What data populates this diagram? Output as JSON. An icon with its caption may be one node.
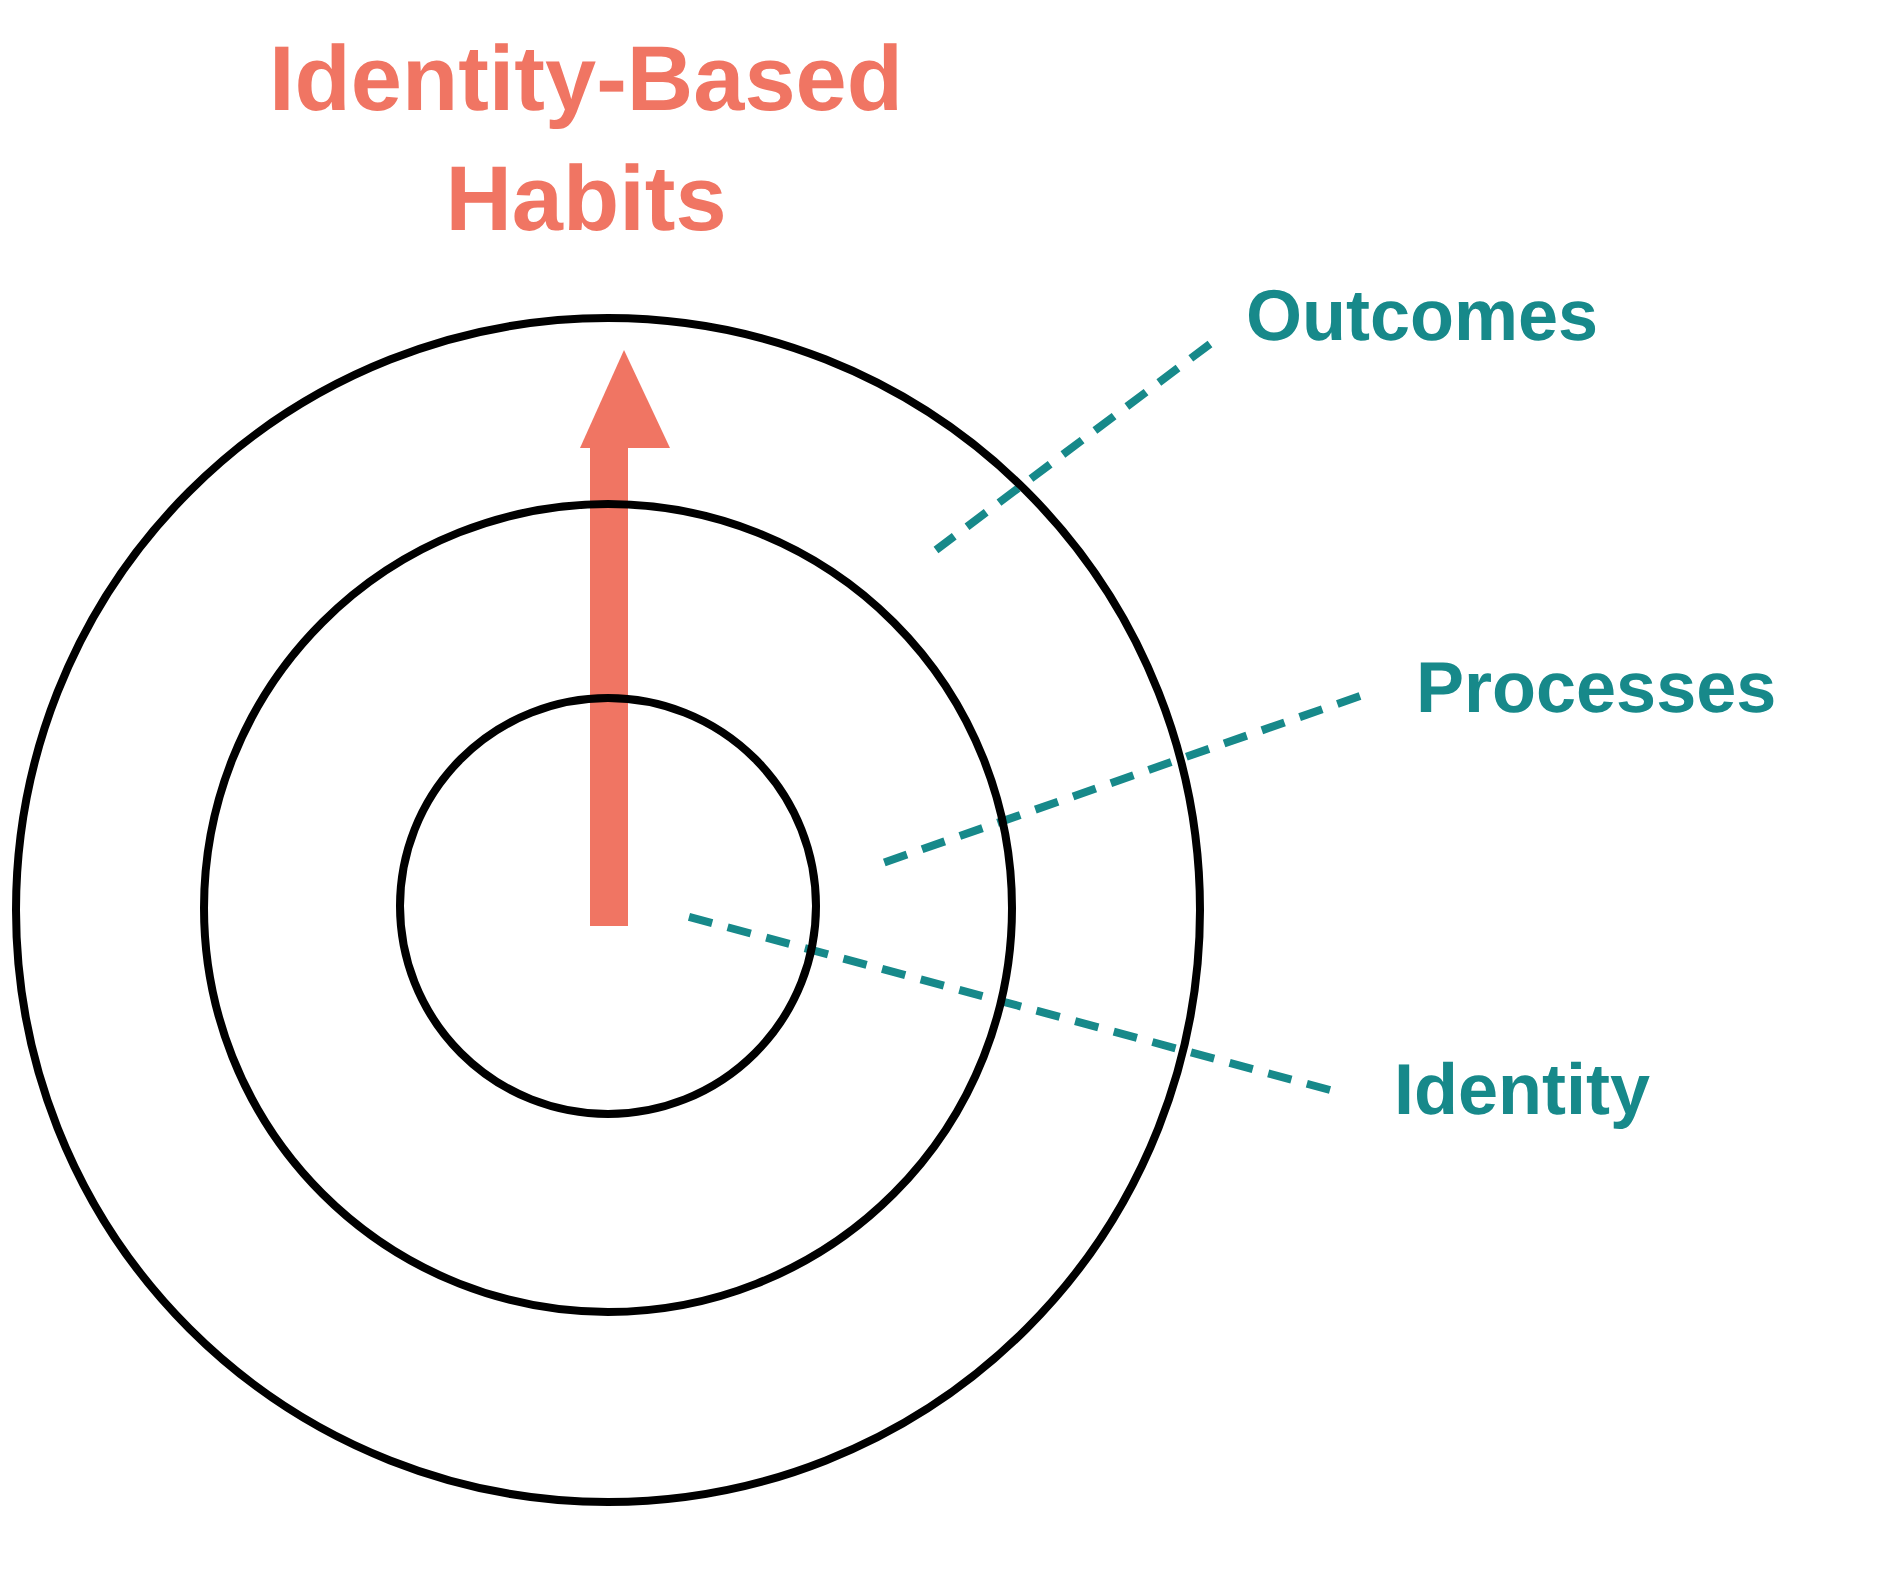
{
  "diagram": {
    "title": "Identity-Based Habits",
    "nodes": [
      {
        "text": [],
        "shape": "circle"
      },
      {
        "text": [],
        "shape": "circle",
        "in": 0
      },
      {
        "text": [],
        "shape": "circle",
        "in": 1
      },
      {
        "text": [
          "Outcomes"
        ]
      },
      {
        "text": [
          "Processes"
        ]
      },
      {
        "text": [
          "Identity"
        ]
      }
    ],
    "edges": [
      {
        "from": 3,
        "to": 0,
        "arrow": "none",
        "style": "dashed"
      },
      {
        "from": 4,
        "to": 1,
        "arrow": "none",
        "style": "dashed"
      },
      {
        "from": 5,
        "to": 2,
        "arrow": "none",
        "style": "dashed"
      }
    ]
  }
}
